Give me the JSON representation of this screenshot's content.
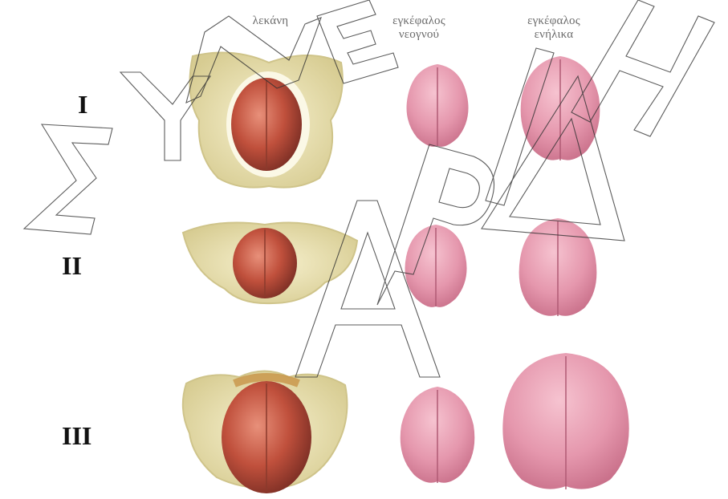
{
  "column_headers": {
    "pelvis": "λεκάνη",
    "newborn_brain": [
      "εγκέφαλος",
      "νεογνού"
    ],
    "adult_brain": [
      "εγκέφαλος",
      "ενήλικα"
    ]
  },
  "rows": [
    {
      "label": "I"
    },
    {
      "label": "II"
    },
    {
      "label": "III"
    }
  ],
  "watermark": "ΣΥΝΕΙΡΜΟΣ ΑΡΙΑΔΝΗ",
  "colors": {
    "bone": "#efe7b7",
    "bone_shadow": "#cfc48a",
    "head": "#c0503c",
    "brain": "#e597ad",
    "brain_dark": "#c9708a",
    "watermark_stroke": "#333333"
  }
}
